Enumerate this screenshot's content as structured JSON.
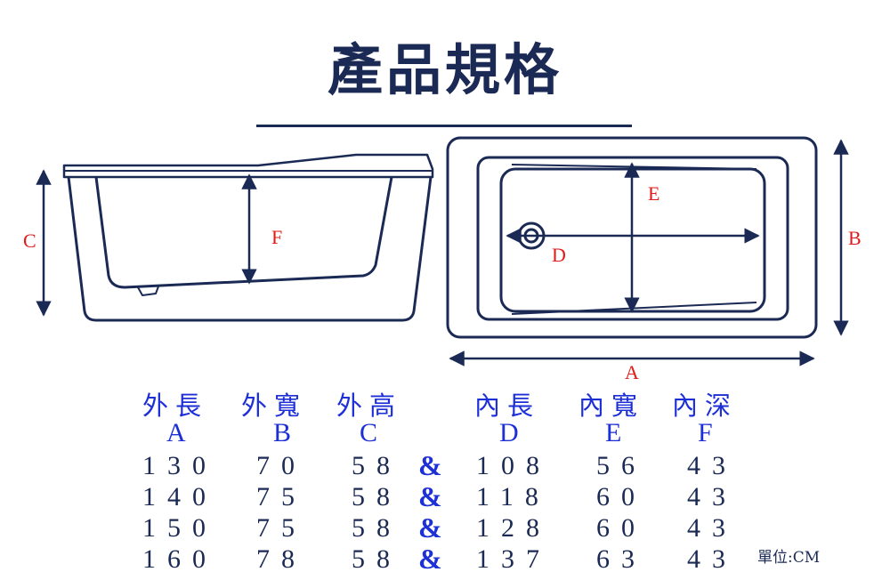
{
  "title": "產品規格",
  "unit_label": "單位:CM",
  "colors": {
    "navy": "#1b2a55",
    "red": "#e01b1b",
    "blue": "#1d2fd6"
  },
  "dimension_labels": {
    "a": "A",
    "b": "B",
    "c": "C",
    "d": "D",
    "e": "E",
    "f": "F"
  },
  "table": {
    "headers": [
      {
        "name": "外長",
        "code": "A"
      },
      {
        "name": "外寬",
        "code": "B"
      },
      {
        "name": "外高",
        "code": "C"
      },
      {
        "name": "內長",
        "code": "D"
      },
      {
        "name": "內寬",
        "code": "E"
      },
      {
        "name": "內深",
        "code": "F"
      }
    ],
    "separator": "&",
    "rows": [
      [
        "130",
        "70",
        "58",
        "108",
        "56",
        "43"
      ],
      [
        "140",
        "75",
        "58",
        "118",
        "60",
        "43"
      ],
      [
        "150",
        "75",
        "58",
        "128",
        "60",
        "43"
      ],
      [
        "160",
        "78",
        "58",
        "137",
        "63",
        "43"
      ]
    ]
  }
}
